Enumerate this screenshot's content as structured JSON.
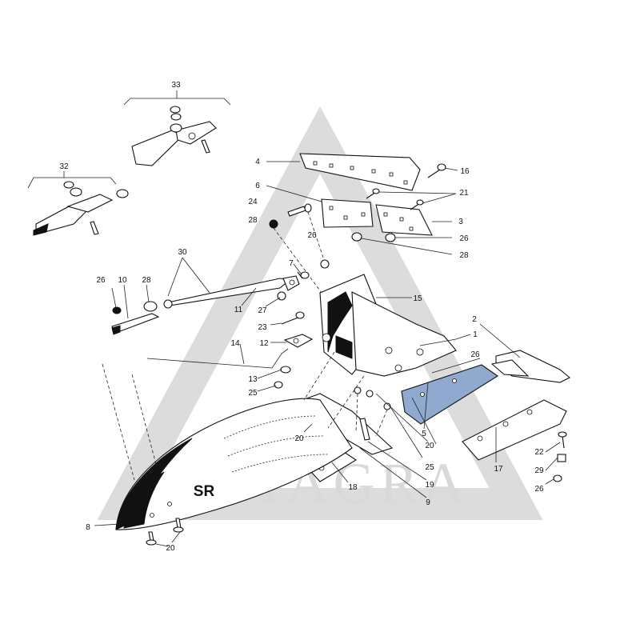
{
  "watermark": {
    "text": "LYTAGRA"
  },
  "share_mark": "SR",
  "colors": {
    "highlight": "#8fa9cf",
    "ink": "#111111",
    "watermark": "#d9d9d9"
  },
  "callouts": {
    "c33": "33",
    "c32": "32",
    "c4": "4",
    "c16": "16",
    "c6": "6",
    "c21": "21",
    "c24": "24",
    "c3": "3",
    "c28a": "28",
    "c26a": "26",
    "c28b": "28",
    "c30": "30",
    "c7": "7",
    "c26b": "26",
    "c10": "10",
    "c28c": "28",
    "c15": "15",
    "c27": "27",
    "c11": "11",
    "c2": "2",
    "c23": "23",
    "c1": "1",
    "c12": "12",
    "c14": "14",
    "c26c": "26",
    "c13": "13",
    "c25a": "25",
    "c5": "5",
    "c20a": "20",
    "c22": "22",
    "c20b": "20",
    "c25b": "25",
    "c29": "29",
    "c17": "17",
    "c26d": "26",
    "c18": "18",
    "c19": "19",
    "c9": "9",
    "c8": "8",
    "c20c": "20"
  }
}
